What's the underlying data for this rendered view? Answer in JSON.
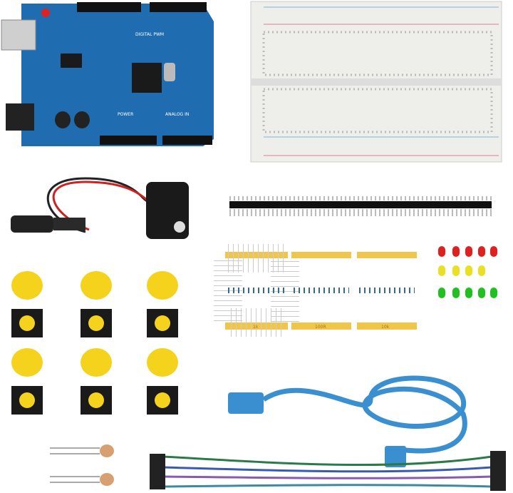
{
  "board": {
    "digital_label": "DIGITAL PWM",
    "power_label": "POWER",
    "analog_label": "ANALOG IN"
  },
  "resistors": [
    {
      "label": "1k"
    },
    {
      "label": "100R"
    },
    {
      "label": "10k"
    }
  ],
  "colors": {
    "board": "#1f6db0",
    "button_cap": "#f5d21c",
    "resistor_strip": "#f0c64a",
    "cable": "#3a8fd0",
    "led_red": "#e02020",
    "led_yellow": "#e8e020",
    "led_green": "#20c020"
  }
}
